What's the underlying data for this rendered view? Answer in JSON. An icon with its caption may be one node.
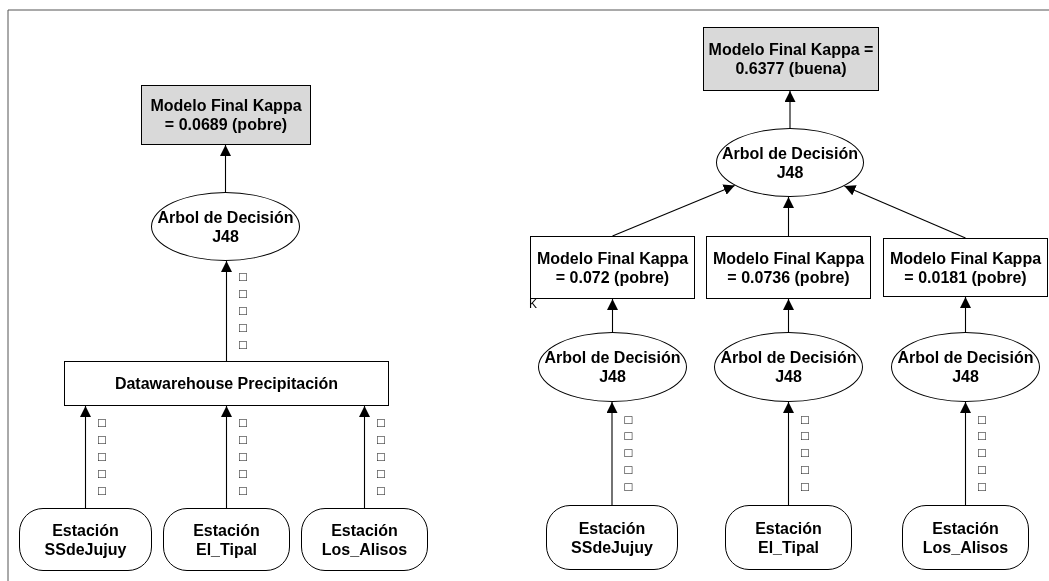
{
  "diagram": {
    "nodes": [
      {
        "text": [
          "Modelo Final Kappa = 0.0689 (pobre)"
        ]
      },
      {
        "text": [
          "Arbol de Decisión J48"
        ]
      },
      {
        "text": [
          "Datawarehouse Precipitación"
        ]
      },
      {
        "text": [
          "Estación SSdeJujuy"
        ]
      },
      {
        "text": [
          "Estación El_Tipal"
        ]
      },
      {
        "text": [
          "Estación Los_Alisos"
        ]
      },
      {
        "text": [
          "Modelo Final Kappa = 0.6377 (buena)"
        ]
      },
      {
        "text": [
          "Arbol de Decisión J48"
        ]
      },
      {
        "text": [
          "Modelo Final Kappa = 0.072 (pobre)"
        ]
      },
      {
        "text": [
          "Modelo Final Kappa = 0.0736 (pobre)"
        ]
      },
      {
        "text": [
          "Modelo Final Kappa = 0.0181 (pobre)"
        ]
      },
      {
        "text": [
          "Arbol de Decisión J48"
        ]
      },
      {
        "text": [
          "Arbol de Decisión J48"
        ]
      },
      {
        "text": [
          "Arbol de Decisión J48"
        ]
      },
      {
        "text": [
          "Estación SSdeJujuy"
        ]
      },
      {
        "text": [
          "Estación El_Tipal"
        ]
      },
      {
        "text": [
          "Estación Los_Alisos"
        ]
      }
    ],
    "edges": [
      {
        "from": 1,
        "to": 0,
        "arrow": "to"
      },
      {
        "from": 2,
        "to": 1,
        "arrow": "to",
        "label": "□□□□□"
      },
      {
        "from": 3,
        "to": 2,
        "arrow": "to",
        "label": "□□□□□"
      },
      {
        "from": 4,
        "to": 2,
        "arrow": "to",
        "label": "□□□□□"
      },
      {
        "from": 5,
        "to": 2,
        "arrow": "to",
        "label": "□□□□□"
      },
      {
        "from": 7,
        "to": 6,
        "arrow": "to"
      },
      {
        "from": 8,
        "to": 7,
        "arrow": "to"
      },
      {
        "from": 9,
        "to": 7,
        "arrow": "to"
      },
      {
        "from": 10,
        "to": 7,
        "arrow": "to"
      },
      {
        "from": 11,
        "to": 8,
        "arrow": "to"
      },
      {
        "from": 12,
        "to": 9,
        "arrow": "to"
      },
      {
        "from": 13,
        "to": 10,
        "arrow": "to"
      },
      {
        "from": 14,
        "to": 11,
        "arrow": "to",
        "label": "□□□□□"
      },
      {
        "from": 15,
        "to": 12,
        "arrow": "to",
        "label": "□□□□□"
      },
      {
        "from": 16,
        "to": 13,
        "arrow": "to",
        "label": "□□□□□"
      }
    ],
    "labels": [
      "K"
    ]
  }
}
